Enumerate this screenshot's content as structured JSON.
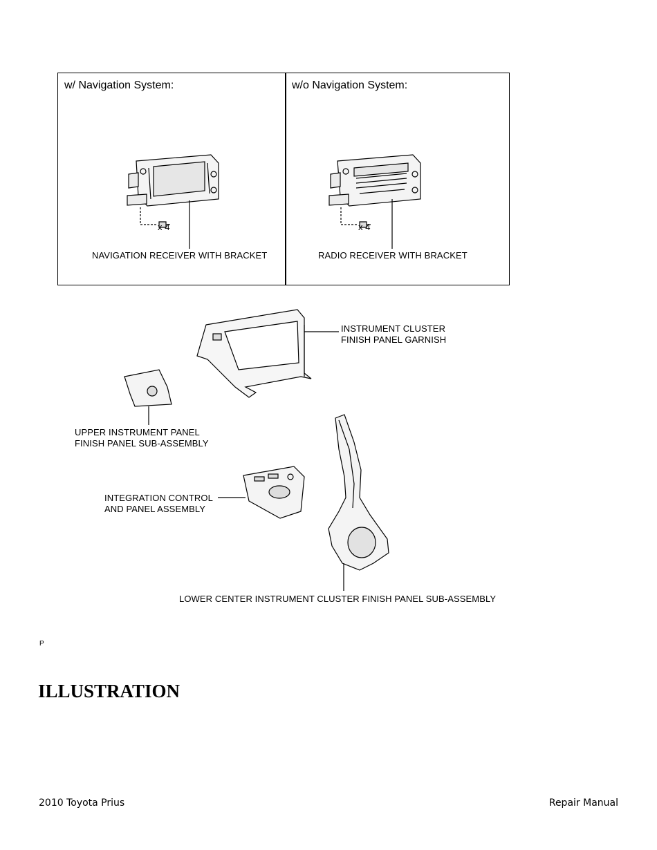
{
  "figure": {
    "panel_left_header": "w/ Navigation System:",
    "panel_right_header": "w/o Navigation System:",
    "nav_bolt_count": "x 4",
    "radio_bolt_count": "x 4",
    "nav_receiver_label": "NAVIGATION RECEIVER WITH BRACKET",
    "radio_receiver_label": "RADIO RECEIVER WITH BRACKET",
    "garnish_label_line1": "INSTRUMENT CLUSTER",
    "garnish_label_line2": "FINISH PANEL GARNISH",
    "upper_panel_label_line1": "UPPER INSTRUMENT PANEL",
    "upper_panel_label_line2": "FINISH PANEL SUB-ASSEMBLY",
    "integration_label_line1": "INTEGRATION CONTROL",
    "integration_label_line2": "AND PANEL ASSEMBLY",
    "lower_panel_label": "LOWER CENTER INSTRUMENT CLUSTER FINISH PANEL SUB-ASSEMBLY"
  },
  "page": {
    "small_marker": "P",
    "heading": "ILLUSTRATION",
    "footer_left": "2010 Toyota Prius",
    "footer_right": "Repair Manual"
  }
}
